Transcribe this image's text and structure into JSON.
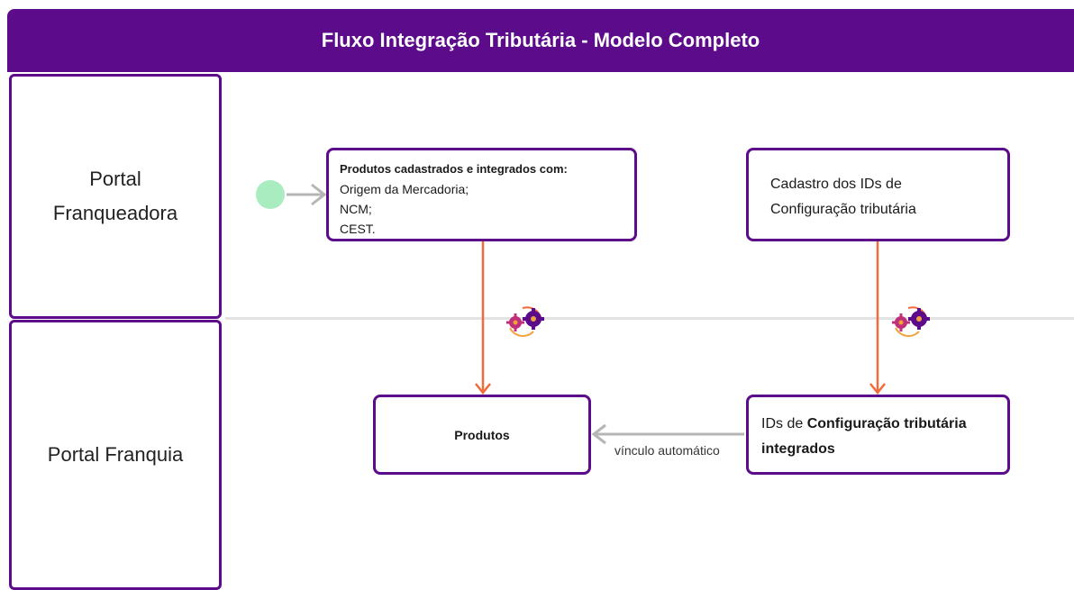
{
  "header": {
    "title": "Fluxo Integração Tributária - Modelo Completo"
  },
  "lanes": {
    "top": {
      "line1": "Portal",
      "line2": "Franqueadora"
    },
    "bottom": {
      "label": "Portal Franquia"
    }
  },
  "nodes": {
    "produtos_cadastrados": {
      "title": "Produtos cadastrados e integrados com:",
      "items": [
        "Origem da Mercadoria;",
        "NCM;",
        "CEST."
      ]
    },
    "cadastro_ids": {
      "line1": "Cadastro dos IDs de",
      "line2": "Configuração tributária"
    },
    "produtos": {
      "label": "Produtos"
    },
    "ids_integrados": {
      "prefix": "IDs de ",
      "bold1": "Configuração tributária",
      "bold2": "integrados"
    }
  },
  "edges": {
    "vinculo": {
      "label": "vínculo automático"
    }
  },
  "colors": {
    "primary": "#5c0b8a",
    "arrow_orange": "#f26b3a",
    "arrow_gray": "#b5b5b5",
    "start_node": "#a8ecc0"
  },
  "icons": [
    "gears-sync-icon",
    "gears-sync-icon"
  ]
}
